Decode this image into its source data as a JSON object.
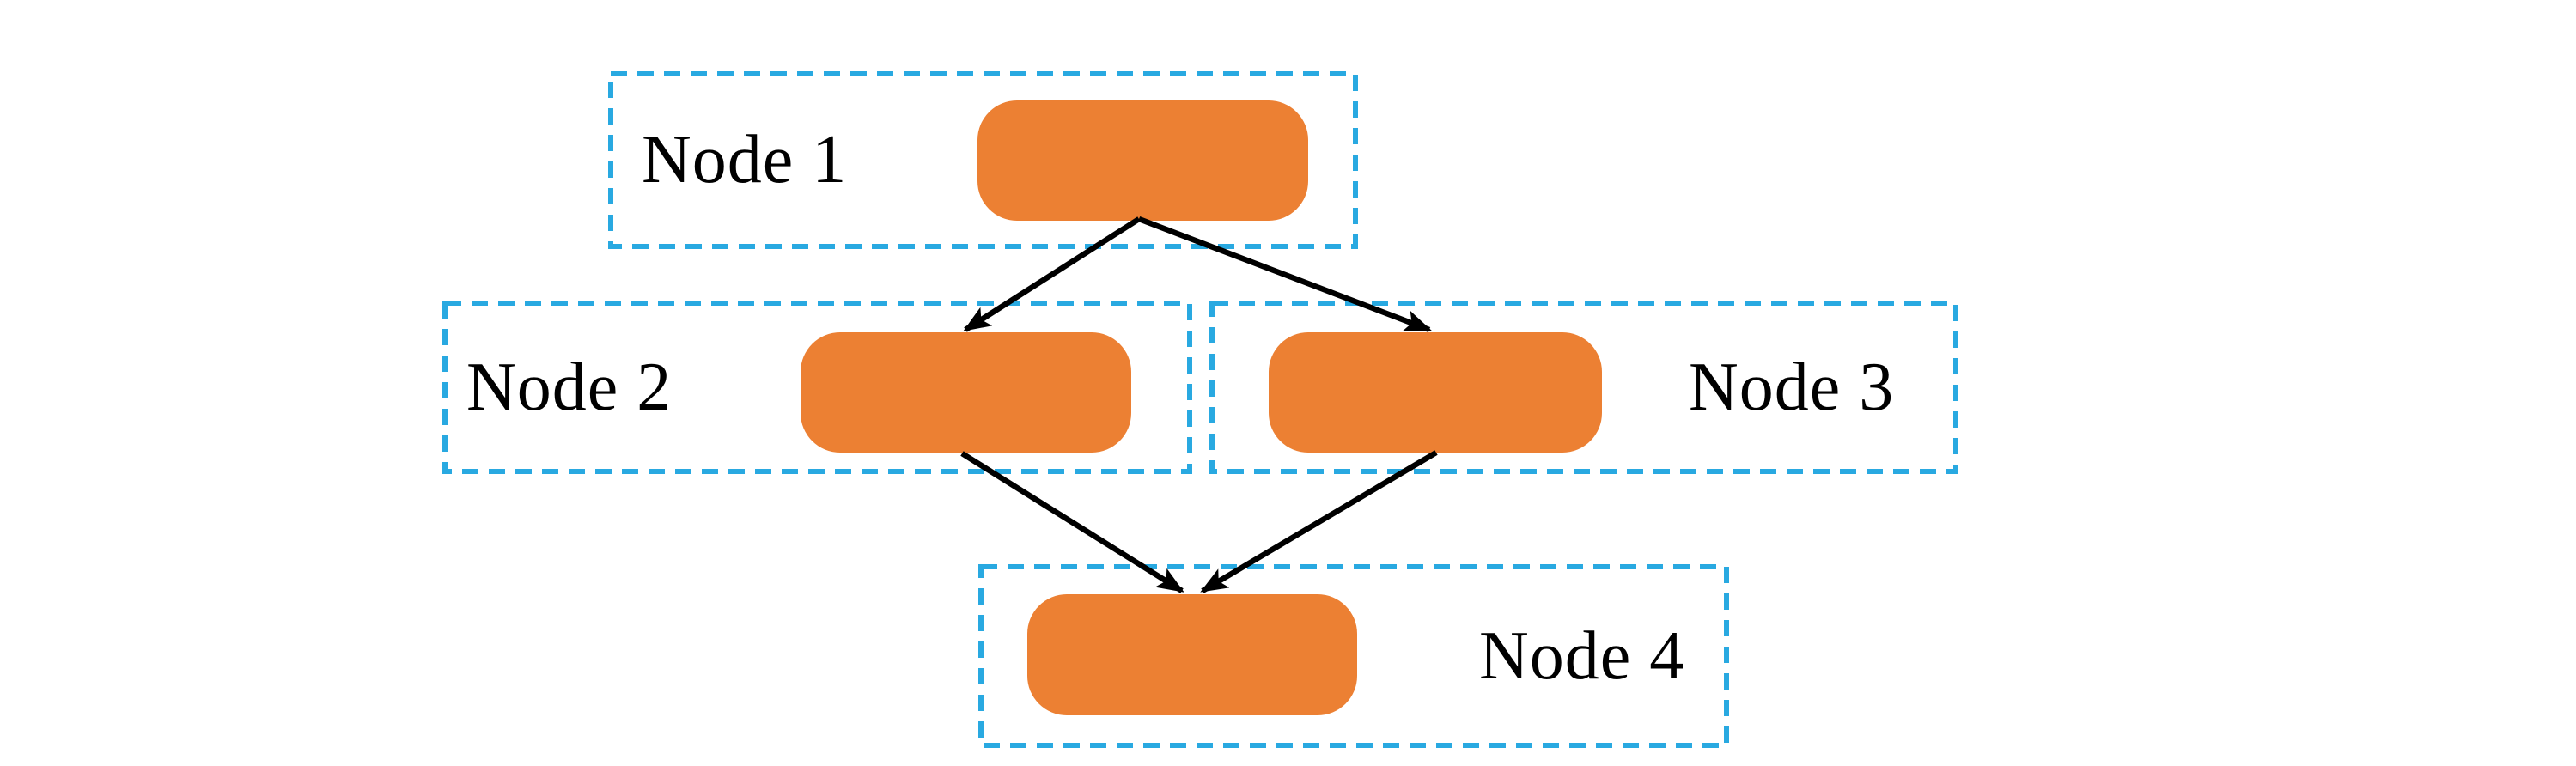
{
  "diagram": {
    "type": "node-graph",
    "nodes": [
      {
        "id": "node-1",
        "label": "Node 1",
        "label_side": "left"
      },
      {
        "id": "node-2",
        "label": "Node 2",
        "label_side": "left"
      },
      {
        "id": "node-3",
        "label": "Node 3",
        "label_side": "right"
      },
      {
        "id": "node-4",
        "label": "Node 4",
        "label_side": "right"
      }
    ],
    "edges": [
      {
        "from": "node-1",
        "to": "node-2"
      },
      {
        "from": "node-1",
        "to": "node-3"
      },
      {
        "from": "node-2",
        "to": "node-4"
      },
      {
        "from": "node-3",
        "to": "node-4"
      }
    ],
    "colors": {
      "node_fill": "#EC8033",
      "boundary_dash": "#29A9E1",
      "edge": "#000000",
      "label": "#000000",
      "background": "#FFFFFF"
    }
  }
}
